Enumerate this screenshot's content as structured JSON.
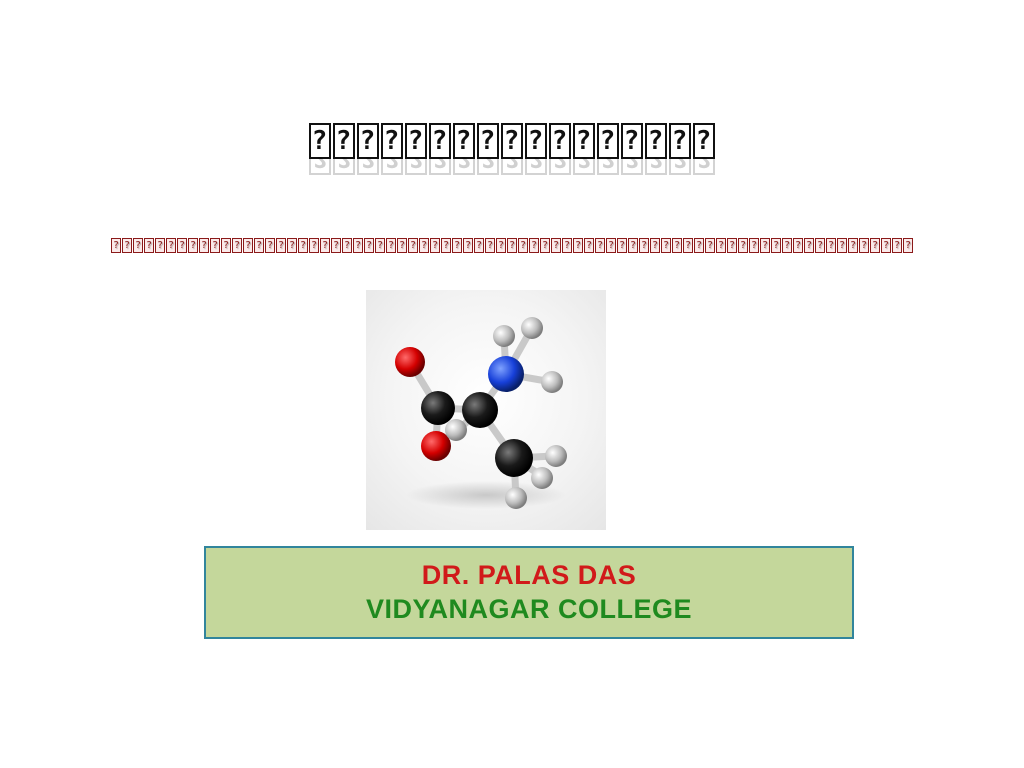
{
  "slide": {
    "title": "?????????????????",
    "subtitle": "?????????????????????????????????????????????????????????????????????????",
    "author": {
      "name": "DR. PALAS DAS",
      "college": "VIDYANAGAR COLLEGE"
    },
    "image": {
      "icon": "alanine-molecule-model"
    },
    "colors": {
      "title": "#111111",
      "subtitle": "#8b1a1a",
      "author_name": "#d11a1a",
      "author_college": "#1f8a1f",
      "box_fill": "#c4d79b",
      "box_border": "#31859c",
      "oxygen": "#d40000",
      "nitrogen": "#1740d9",
      "carbon": "#111111",
      "hydrogen": "#b8b8b8"
    }
  }
}
